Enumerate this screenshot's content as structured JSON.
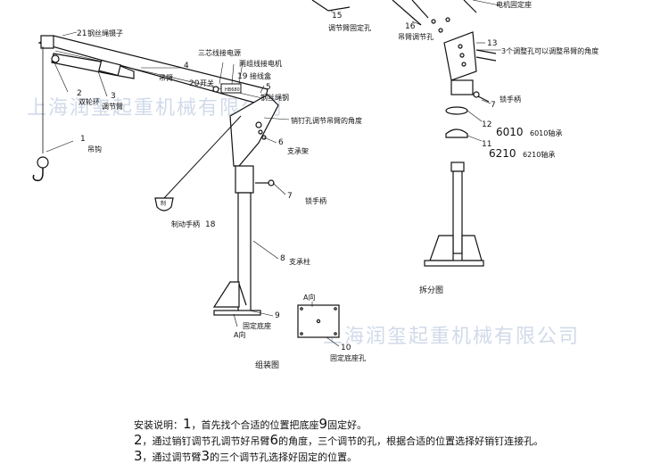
{
  "diagram": {
    "assembled_title": "组装图",
    "disassembled_title": "拆分图",
    "watermark": "上海润玺起重机械有限公司",
    "assembled_labels": [
      {
        "num": "21",
        "text": "钢丝绳镊子"
      },
      {
        "num": "4",
        "text": "吊臂"
      },
      {
        "num": "2",
        "text": "双轮环"
      },
      {
        "num": "3",
        "text": "调节臂"
      },
      {
        "num": "1",
        "text": "吊钩"
      },
      {
        "num": "",
        "text": "三芯线接电源"
      },
      {
        "num": "",
        "text": "两组线接电机"
      },
      {
        "num": "20",
        "text": "开关"
      },
      {
        "num": "19",
        "text": "接线盒"
      },
      {
        "num": "5",
        "text": "钢丝绳钢"
      },
      {
        "num": "",
        "text": "销钉孔调节吊臂的角度"
      },
      {
        "num": "6",
        "text": "支承架"
      },
      {
        "num": "7",
        "text": "锁手柄"
      },
      {
        "num": "8",
        "text": "支承柱"
      },
      {
        "num": "9",
        "text": "固定底座"
      },
      {
        "num": "10",
        "text": "固定底座孔"
      },
      {
        "num": "18",
        "text": "制动手柄"
      }
    ],
    "markers": {
      "a1": "A向",
      "a2": "A向",
      "switch": "开关",
      "box": "HB680",
      "brake": "制"
    },
    "disassembled_labels": [
      {
        "num": "",
        "text": "电机固定座"
      },
      {
        "num": "15",
        "text": "调节臂固定孔"
      },
      {
        "num": "16",
        "text": "吊臂调节孔"
      },
      {
        "num": "13",
        "text": "3个调整孔可以调整吊臂的角度"
      },
      {
        "num": "7",
        "text": "锁手柄"
      },
      {
        "num": "12",
        "text": "6010轴承"
      },
      {
        "num": "11",
        "text": "6210轴承"
      }
    ],
    "bearings": {
      "b1": "6010",
      "b2": "6210"
    }
  },
  "notes": {
    "lead": "安装说明：",
    "line1_a": "1",
    "line1_b": "，首先找个合适的位置把底座",
    "line1_c": "9",
    "line1_d": "固定好。",
    "line2_a": "2",
    "line2_b": "，通过销钉调节孔调节好吊臂",
    "line2_c": "6",
    "line2_d": "的角度，三个调节的孔，根据合适的位置选择好销钉连接孔。",
    "line3_a": "3",
    "line3_b": "，通过调节臂",
    "line3_c": "3",
    "line3_d": "的三个调节孔选择好固定的位置。"
  }
}
